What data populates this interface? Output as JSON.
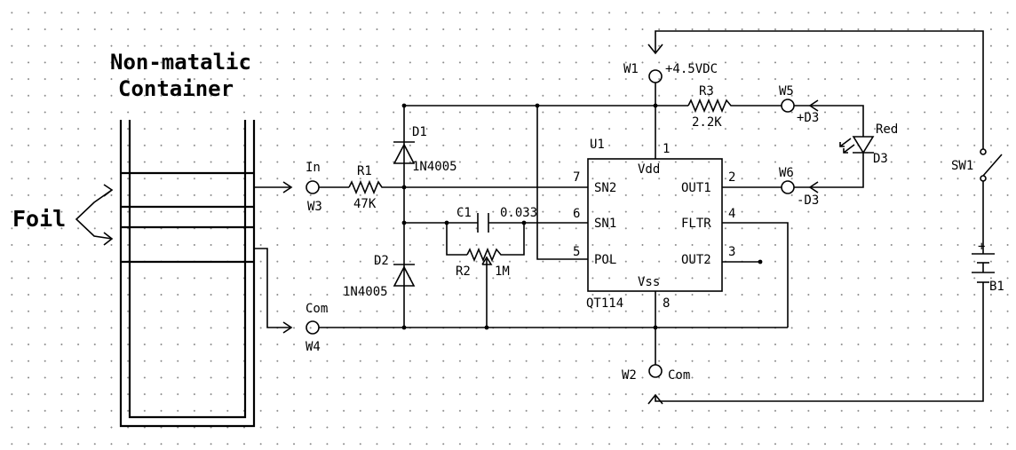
{
  "container": {
    "line1": "Non-matalic",
    "line2": "Container",
    "foil": "Foil"
  },
  "components": {
    "r1": {
      "ref": "R1",
      "value": "47K"
    },
    "r2": {
      "ref": "R2",
      "value": "1M"
    },
    "r3": {
      "ref": "R3",
      "value": "2.2K"
    },
    "c1": {
      "ref": "C1",
      "value": "0.033"
    },
    "d1": {
      "ref": "D1",
      "value": "1N4005"
    },
    "d2": {
      "ref": "D2",
      "value": "1N4005"
    },
    "d3": {
      "ref": "D3",
      "color": "Red"
    },
    "u1": {
      "ref": "U1",
      "part": "QT114",
      "pins": {
        "vdd": "Vdd",
        "vss": "Vss",
        "sn2": "SN2",
        "sn1": "SN1",
        "pol": "POL",
        "out1": "OUT1",
        "fltr": "FLTR",
        "out2": "OUT2"
      },
      "pin_numbers": {
        "p1": "1",
        "p2": "2",
        "p3": "3",
        "p4": "4",
        "p5": "5",
        "p6": "6",
        "p7": "7",
        "p8": "8"
      }
    },
    "sw1": {
      "ref": "SW1"
    },
    "b1": {
      "ref": "B1",
      "plus": "+"
    }
  },
  "terminals": {
    "w1": {
      "ref": "W1",
      "label": "+4.5VDC"
    },
    "w2": {
      "ref": "W2",
      "label": "Com"
    },
    "w3": {
      "ref": "W3",
      "label": "In"
    },
    "w4": {
      "ref": "W4",
      "label": "Com"
    },
    "w5": {
      "ref": "W5",
      "label": "+D3"
    },
    "w6": {
      "ref": "W6",
      "label": "-D3"
    }
  }
}
